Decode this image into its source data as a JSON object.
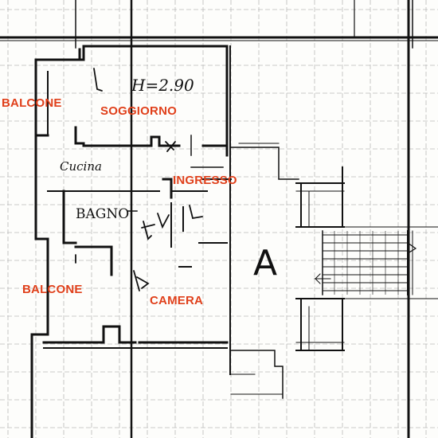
{
  "colors": {
    "label": "#e0401b",
    "wall": "#111111",
    "grid": "#b9b9b9",
    "background": "#fdfdfb"
  },
  "labels": {
    "balcone_top": "BALCONE",
    "soggiorno": "SOGGIORNO",
    "ingresso": "INGRESSO",
    "balcone_bottom": "BALCONE",
    "camera": "CAMERA"
  },
  "handwriting": {
    "height": "H=2.90",
    "cucina": "Cucina",
    "bagno": "BAGNO",
    "stair_mark": "A"
  }
}
